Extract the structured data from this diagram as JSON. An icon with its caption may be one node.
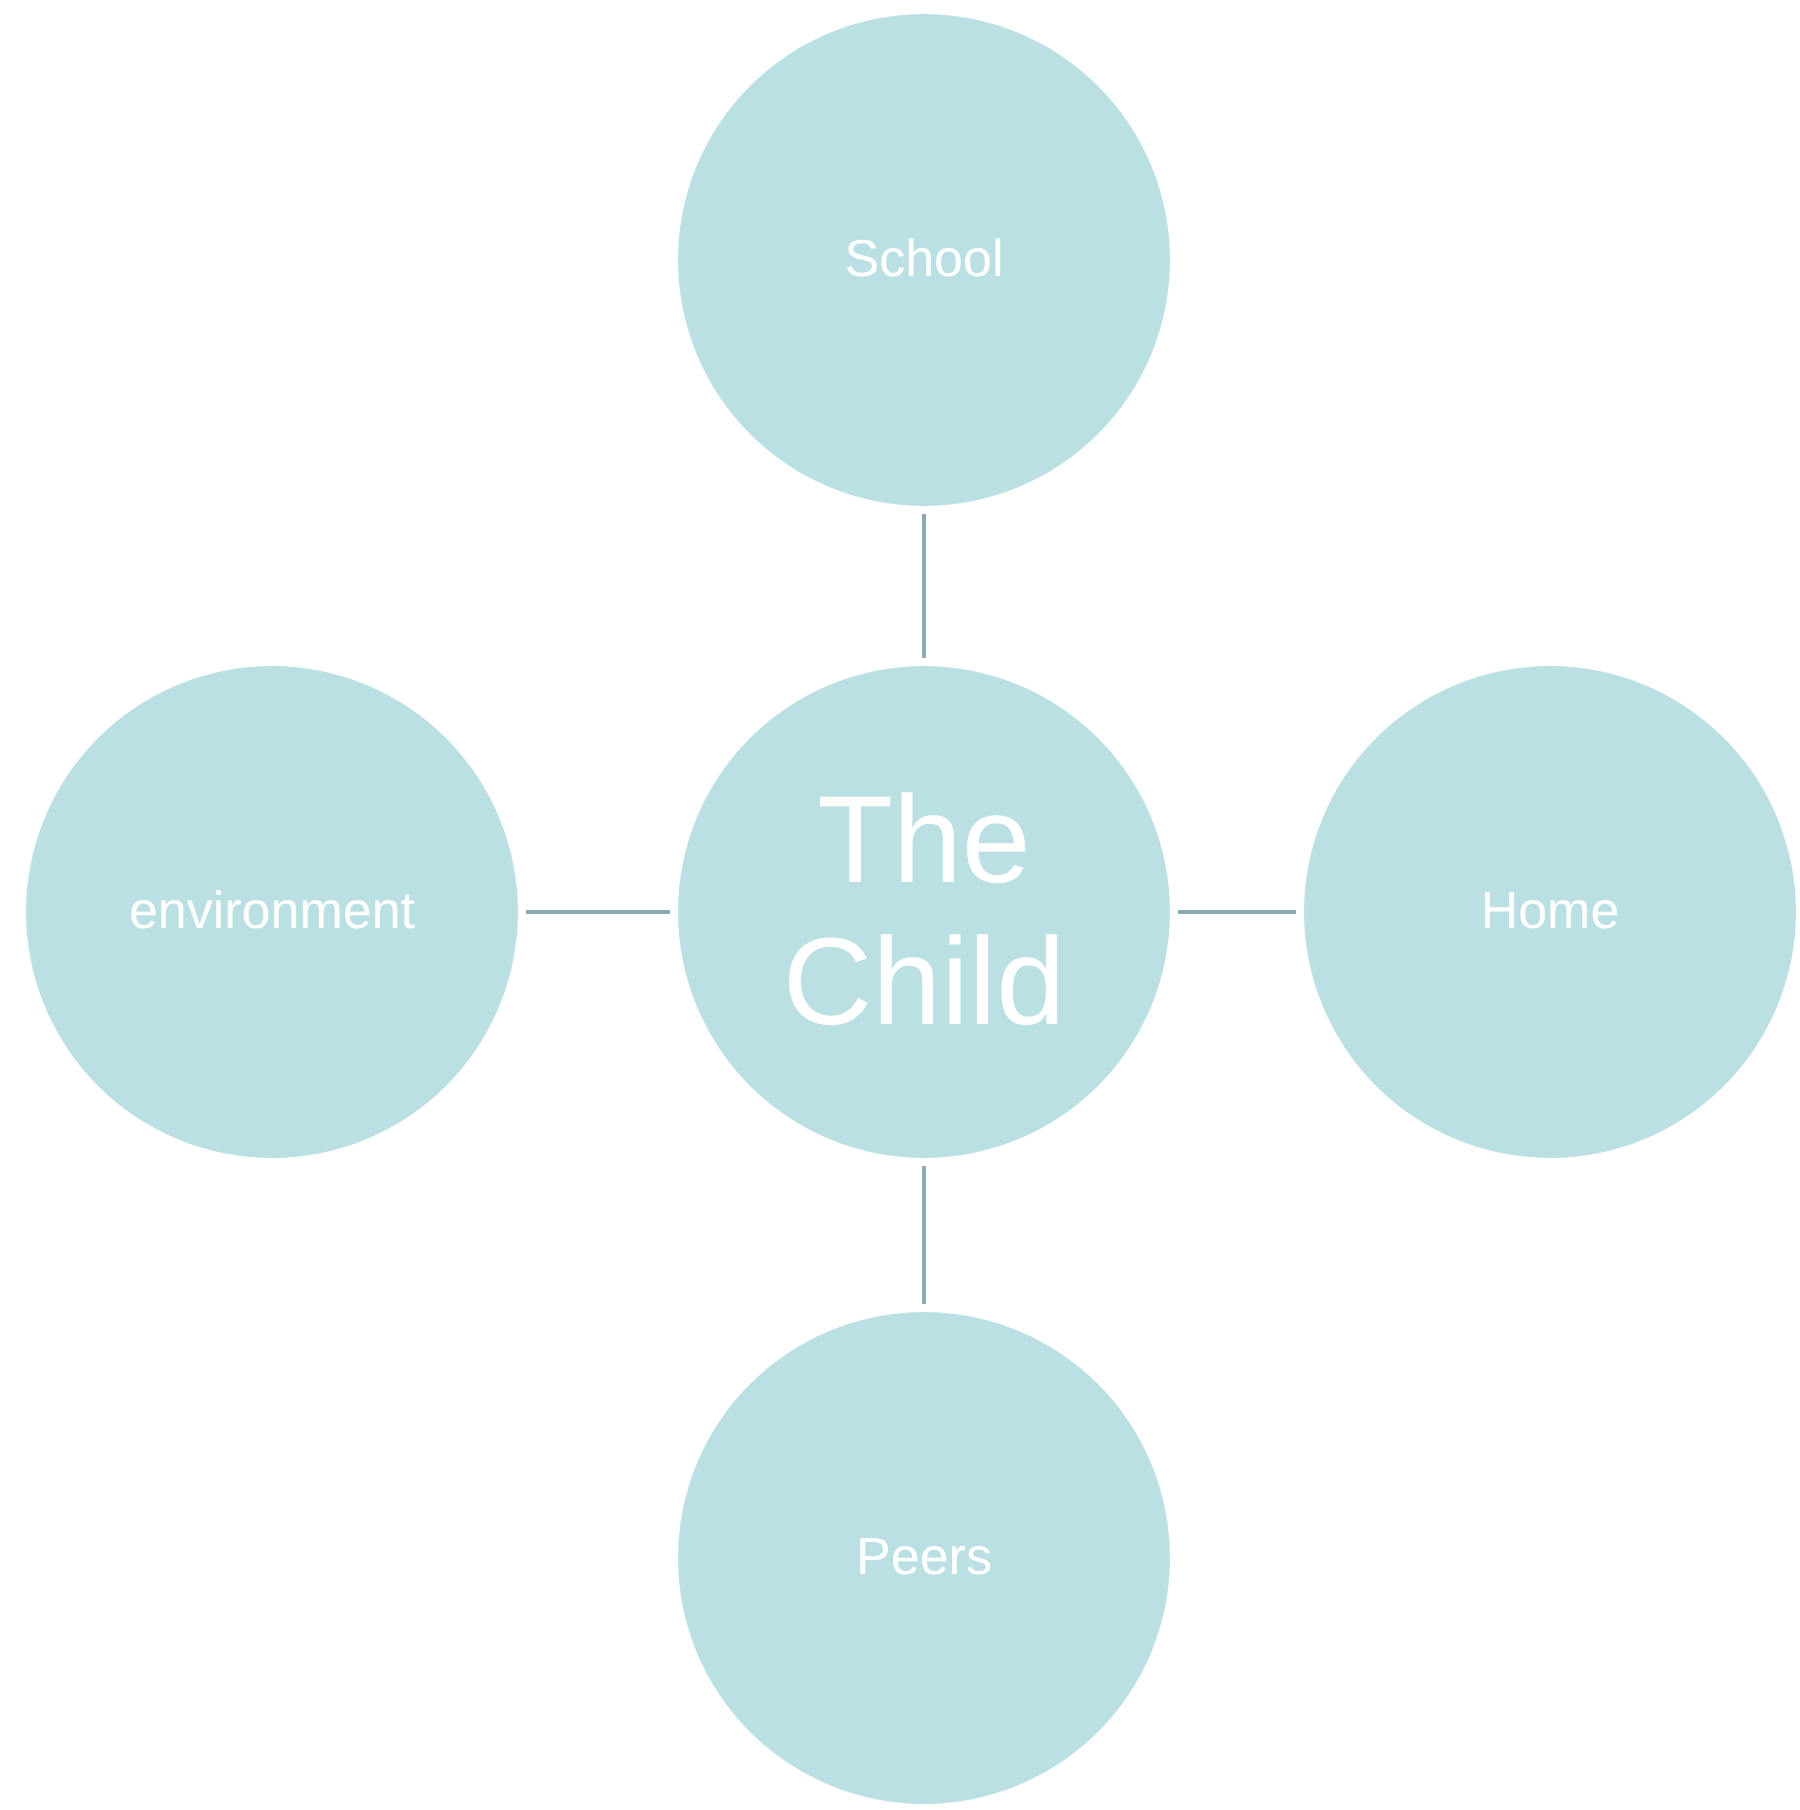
{
  "diagram": {
    "nodes": [
      {
        "text": [
          "School"
        ]
      },
      {
        "text": [
          "environment"
        ]
      },
      {
        "text": [
          "The Child"
        ]
      },
      {
        "text": [
          "Home"
        ]
      },
      {
        "text": [
          "Peers"
        ]
      }
    ],
    "edges": [
      {
        "from": 2,
        "to": 0,
        "arrow": "none"
      },
      {
        "from": 2,
        "to": 1,
        "arrow": "none"
      },
      {
        "from": 2,
        "to": 3,
        "arrow": "none"
      },
      {
        "from": 2,
        "to": 4,
        "arrow": "none"
      }
    ]
  }
}
